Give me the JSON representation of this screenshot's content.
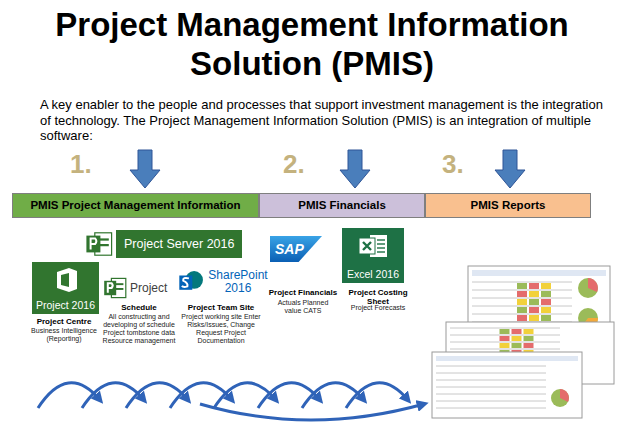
{
  "diagram": {
    "title": "Project Management Information Solution (PMIS)",
    "nodes": [
      {
        "text": [
          "PMIS Project Management Information"
        ]
      },
      {
        "text": [
          "PMIS Financials"
        ]
      },
      {
        "text": [
          "PMIS Reports"
        ]
      },
      {
        "text": [
          "Project Server 2016"
        ]
      },
      {
        "text": [
          "Project 2016"
        ]
      },
      {
        "text": [
          "Project"
        ]
      },
      {
        "text": [
          "SharePoint 2016"
        ]
      },
      {
        "text": [
          "SAP"
        ]
      },
      {
        "text": [
          "Excel 2016"
        ]
      }
    ],
    "labels": [
      "A key enabler to the people and processes that support investment management is the integration of technology.  The Project Management Information Solution (PMIS) is an integration of multiple software:",
      "1.",
      "2.",
      "3.",
      "Project Centre",
      "Business Intelligence (Reporting)",
      "Schedule",
      "All constructing and developing of schedule Project tombstone data Resource management",
      "Project Team Site",
      "Project working site Enter Risks/Issues, Change Request Project Documentation",
      "Project Financials",
      "Actuals Planned value CATS",
      "Project Costing Sheet",
      "Project Forecasts"
    ]
  }
}
